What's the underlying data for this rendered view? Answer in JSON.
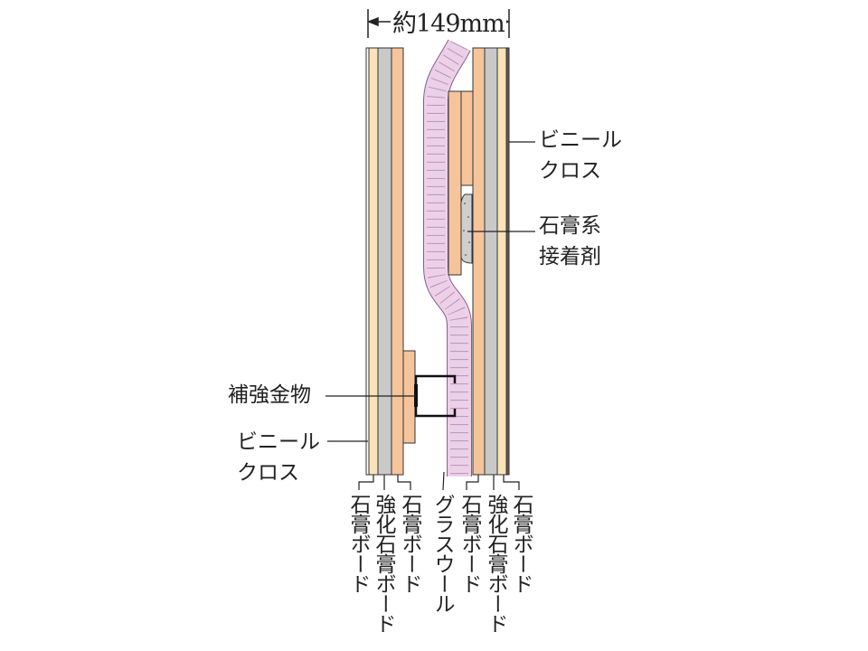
{
  "dimension": "約149mm",
  "labels": {
    "vinyl_cross_right": [
      "ビニール",
      "クロス"
    ],
    "adhesive": [
      "石膏系",
      "接着剤"
    ],
    "bracket": "補強金物",
    "vinyl_cross_left": [
      "ビニール",
      "クロス"
    ]
  },
  "bottom_labels": [
    "石膏ボード",
    "強化石膏ボード",
    "石膏ボード",
    "グラスウール",
    "石膏ボード",
    "強化石膏ボード",
    "石膏ボード"
  ],
  "colors": {
    "gypsum": "#fae3b8",
    "reinforced_gypsum": "#c9c9c9",
    "board": "#f5c49b",
    "glass_wool": "#ecd0e8",
    "vinyl": "#6b5a4a"
  }
}
